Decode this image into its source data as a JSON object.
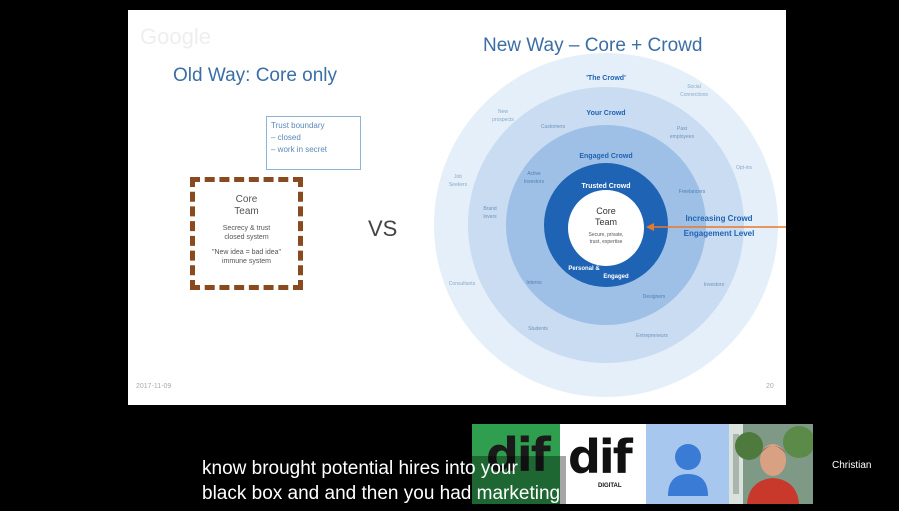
{
  "slide": {
    "watermark": "Google",
    "old_title": "Old Way: Core only",
    "new_title": "New Way – Core + Crowd",
    "trust_box": [
      "Trust boundary",
      "– closed",
      "– work in secret"
    ],
    "core_box": {
      "title_1": "Core",
      "title_2": "Team",
      "line_1": "Secrecy & trust",
      "line_2": "closed system",
      "line_3": "\"New idea = bad idea\"",
      "line_4": "immune system"
    },
    "vs": "VS",
    "date": "2017-11-09",
    "page_number": "20",
    "circle_labels": {
      "the_crowd": "'The Crowd'",
      "your_crowd": "Your Crowd",
      "engaged_crowd": "Engaged Crowd",
      "trusted_crowd": "Trusted Crowd",
      "core_1": "Core",
      "core_2": "Team",
      "core_3": "Secure, private,",
      "core_4": "trust, expertise",
      "personal_1": "Personal &",
      "personal_2": "Engaged",
      "increasing_1": "Increasing Crowd",
      "increasing_2": "Engagement Level",
      "social": "Social",
      "connections": "Connections",
      "customers": "Customers",
      "new": "New",
      "prospects": "prospects",
      "past": "Past",
      "employees": "employees",
      "opt_ins": "Opt-ins",
      "job": "Job",
      "seekers": "Seekers",
      "active": "Active",
      "investors": "Investors",
      "freelancers": "Freelancers",
      "brand": "Brand",
      "lovers": "lovers",
      "interns": "Interns",
      "designers": "Designers",
      "investors2": "Investors",
      "consultants": "Consultants",
      "students": "Students",
      "entrepreneurs": "Entrepreneurs"
    }
  },
  "caption": {
    "line_1": "know brought potential hires into your",
    "line_2": "black box and and then you had marketing"
  },
  "participants": {
    "tile_1_logo": "dif",
    "tile_2_logo": "dif",
    "tile_2_sub": "DIGITAL",
    "speaker": "Christian"
  },
  "colors": {
    "slide_title": "#3b6ea6",
    "core_border": "#8a4a1f",
    "arrow": "#e8792b",
    "tile_green": "#2f9e4f",
    "tile_blue": "#a8c7ef"
  }
}
